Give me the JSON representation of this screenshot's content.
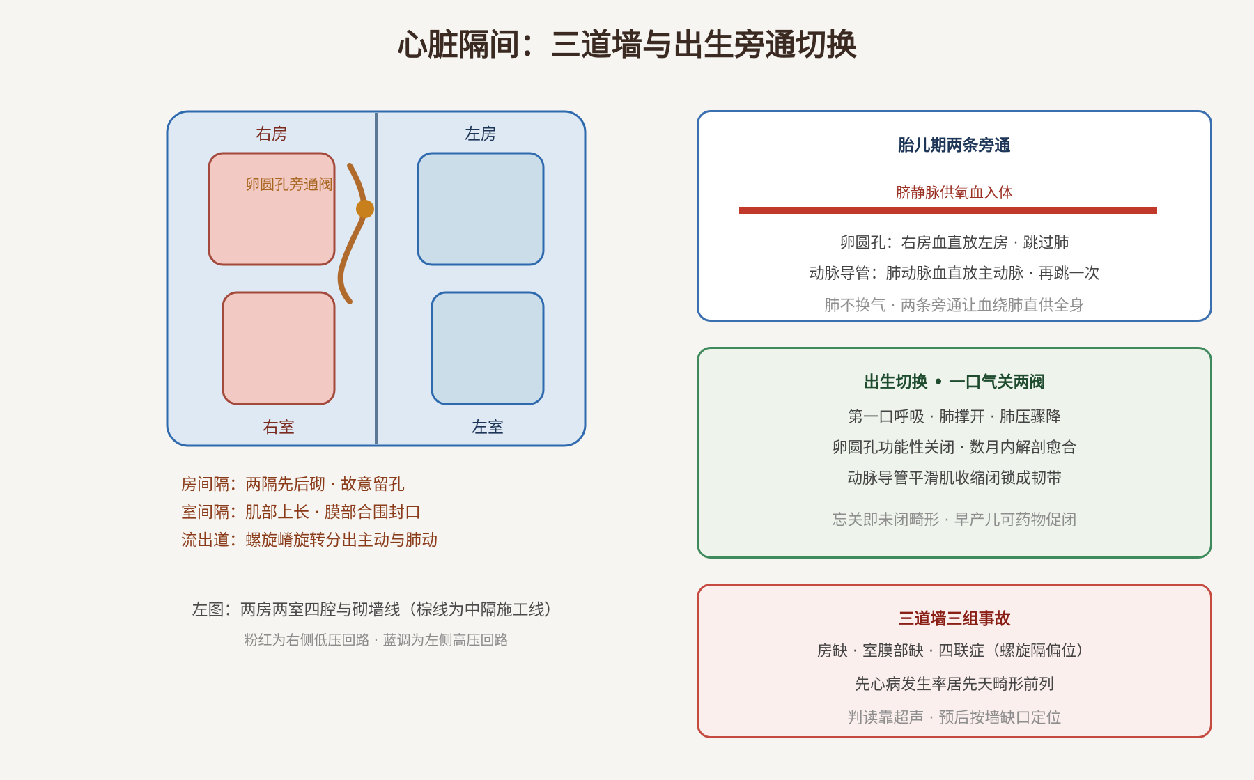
{
  "title": "心脏隔间：三道墙与出生旁通切换",
  "heart": {
    "ra": "右房",
    "la": "左房",
    "rv": "右室",
    "lv": "左室",
    "valve_label": "卵圆孔旁通阀"
  },
  "legend": [
    "房间隔：两隔先后砌 · 故意留孔",
    "室间隔：肌部上长 · 膜部合围封口",
    "流出道：螺旋嵴旋转分出主动与肺动"
  ],
  "caption": {
    "main": "左图：两房两室四腔与砌墙线（棕线为中隔施工线）",
    "sub": "粉红为右侧低压回路 · 蓝调为左侧高压回路"
  },
  "cards": {
    "fetal": {
      "title": "胎儿期两条旁通",
      "highlight": "脐静脉供氧血入体",
      "line1": "卵圆孔：右房血直放左房 · 跳过肺",
      "line2": "动脉导管：肺动脉血直放主动脉 · 再跳一次",
      "note": "肺不换气 · 两条旁通让血绕肺直供全身"
    },
    "birth": {
      "title": "出生切换 • 一口气关两阀",
      "line1": "第一口呼吸 · 肺撑开 · 肺压骤降",
      "line2": "卵圆孔功能性关闭 · 数月内解剖愈合",
      "line3": "动脉导管平滑肌收缩闭锁成韧带",
      "note": "忘关即未闭畸形 · 早产儿可药物促闭"
    },
    "fault": {
      "title": "三道墙三组事故",
      "line1": "房缺 · 室膜部缺 · 四联症（螺旋隔偏位）",
      "line2": "先心病发生率居先天畸形前列",
      "note": "判读靠超声 · 预后按墙缺口定位"
    }
  },
  "colors": {
    "right_fill": "#f2c9c3",
    "right_stroke": "#a34a3c",
    "left_fill": "#cbdde9",
    "left_stroke": "#2f6aae",
    "frame_fill": "#dfe9f3",
    "septum_line": "#b06a2c"
  }
}
